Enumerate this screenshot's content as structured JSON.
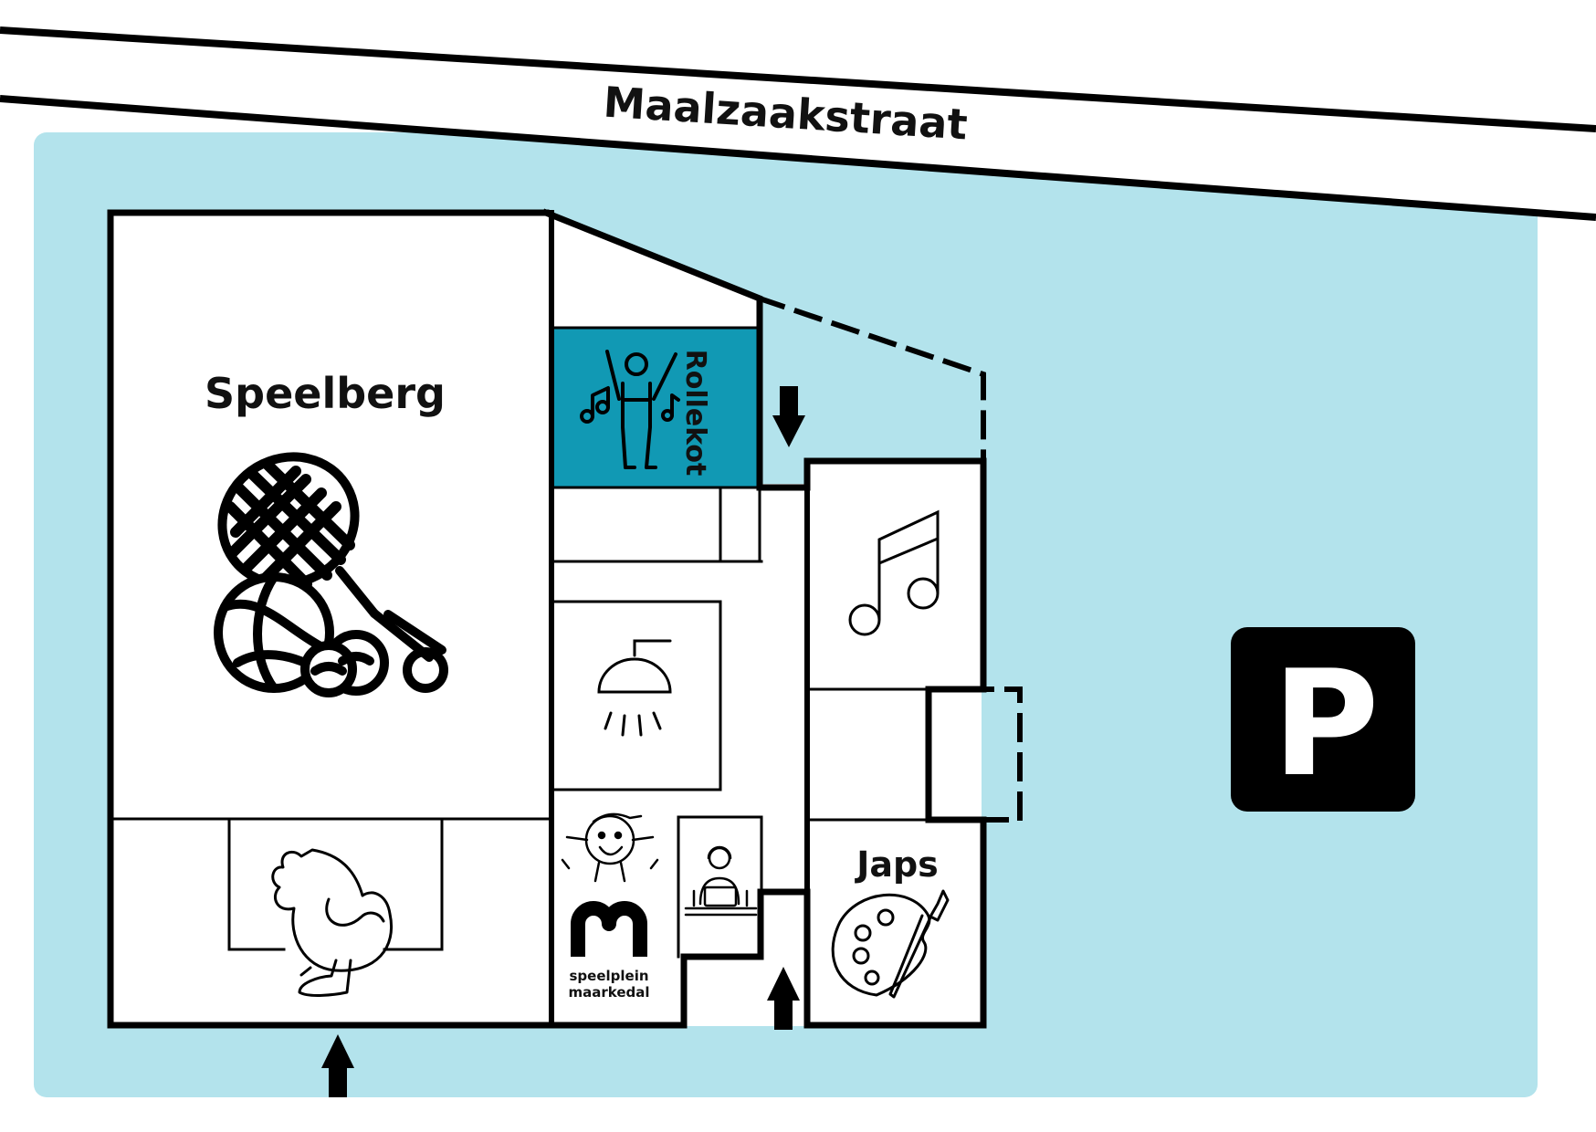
{
  "street": {
    "name": "Maalzaakstraat"
  },
  "rooms": {
    "speelberg": {
      "label": "Speelberg",
      "icon": "sports-balls-icon"
    },
    "rollekot": {
      "label": "Rollekot",
      "icon": "dancing-person-icon"
    },
    "music": {
      "icon": "music-note-icon"
    },
    "shower": {
      "icon": "shower-icon"
    },
    "chicken": {
      "icon": "chicken-icon"
    },
    "speelplein": {
      "icon": "speelplein-logo",
      "line1": "speelplein",
      "line2": "maarkedal"
    },
    "office": {
      "icon": "person-laptop-icon"
    },
    "japs": {
      "label": "Japs",
      "icon": "paint-palette-icon"
    }
  },
  "parking": {
    "letter": "P",
    "icon": "parking-icon"
  },
  "entrances": [
    {
      "name": "entrance-rollekot",
      "icon": "arrow-down-icon"
    },
    {
      "name": "entrance-bottom-left",
      "icon": "arrow-up-icon"
    },
    {
      "name": "entrance-bottom-middle",
      "icon": "arrow-up-icon"
    }
  ],
  "colors": {
    "terrain": "#b3e3ec",
    "rollekot": "#1199b4",
    "walls": "#000000",
    "parking_bg": "#000000",
    "parking_fg": "#ffffff"
  }
}
